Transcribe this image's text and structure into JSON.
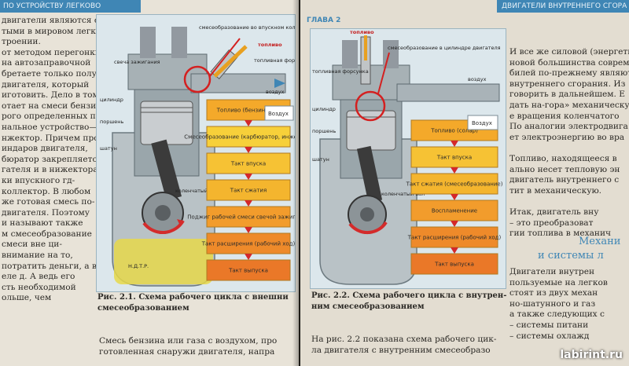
{
  "left_page": {
    "header": "ПО УСТРОЙСТВУ ЛЕГКОВО",
    "text_lines": [
      "двигатели являются самы-",
      "тыми в мировом легко-",
      "троении.",
      "от методом перегонки",
      "на автозаправочной",
      "бретаете только полуфа-",
      "двигателя, который",
      "иготовить. Дело в том,",
      "отает на смеси бензина",
      "рого определенных про-",
      "нальное устройство—",
      "нжектор. Причем проис-",
      "индаров двигателя,",
      "бюратор закрепляется",
      "гателя и в нижектора",
      "ки впускного гд-",
      "коллектор. В любом",
      "же готовая смесь по-",
      "двигателя. Поэтому",
      "и называют также",
      "м смесеобразование",
      "смеси вне ци-",
      "внимание на то,",
      "потратить деньги, а возду-",
      "еле д. А ведь его",
      "сть необходимой",
      "ольше, чем"
    ],
    "figure_labels": {
      "mixing": "смесеобразование во впускном коллекторе",
      "fuel": "топливо",
      "spark_plug": "свеча зажигания",
      "injector": "топливная форсунка",
      "air": "воздух",
      "cylinder": "цилиндр",
      "piston": "поршень",
      "rod": "шатун",
      "crankshaft": "коленчатый вал",
      "sump": "Н.Д.Т.Р."
    },
    "flow_boxes": [
      "Топливо (бензин, газ)",
      "Смесеобразование (карбюратор, инжектор)",
      "Такт впуска",
      "Такт сжатия",
      "Поджиг рабочей смеси свечой зажигания",
      "Такт расширения (рабочий ход)",
      "Такт выпуска"
    ],
    "air_box": "Воздух",
    "caption_line1": "Рис. 2.1. Схема рабочего цикла с внешни",
    "caption_line2": "смесеобразованием",
    "bottom_line1": "Смесь бензина или газа с воздухом, про",
    "bottom_line2": "готовленная снаружи двигателя, напра"
  },
  "right_page": {
    "chapter": "ГЛАВА 2",
    "header": "ДВИГАТЕЛИ ВНУТРЕННЕГО СГОРА",
    "figure_labels": {
      "mixing": "смесеобразование в цилиндре двигателя",
      "fuel": "топливо",
      "injector": "топливная форсунка",
      "air": "воздух",
      "cylinder": "цилиндр",
      "piston": "поршень",
      "rod": "шатун",
      "crankshaft": "коленчатый вал"
    },
    "flow_boxes": [
      "Топливо (солар)",
      "Такт впуска",
      "Такт сжатия (смесеобразование)",
      "Воспламенение",
      "Такт расширения (рабочий ход)",
      "Такт выпуска"
    ],
    "air_box": "Воздух",
    "caption_line1": "Рис. 2.2. Схема рабочего цикла с внутрен-",
    "caption_line2": "ним смесеобразованием",
    "bottom_line1": "На рис. 2.2 показана схема рабочего цик-",
    "bottom_line2": "ла двигателя с внутренним смесеобразо",
    "side_text_lines": [
      "И все же силовой (энергети",
      "новой большинства совреме",
      "билей по-прежнему являют",
      "внутреннего сгорания. Из",
      "говорить в дальнейшем. Е",
      "дать на-гора» механическу",
      "е вращения коленчатого",
      "По аналогии электродвига",
      "ет электроэнергию во вра",
      "",
      "Топливо, находящееся в",
      "ально несет тепловую эн",
      "двигатель внутреннего с",
      "тит в механическую.",
      "",
      "Итак, двигатель вну",
      "– это преобразоват",
      "гии топлива в механич"
    ],
    "heading1": "Механи",
    "heading2": "и системы л",
    "lower_lines": [
      "Двигатели внутрен",
      "пользуемые на легков",
      "стоят из двух механ",
      "но-шатунного и газ",
      "а также следующих с",
      "– системы питани",
      "– системы охлажд"
    ],
    "watermark": "labirint.ru"
  }
}
